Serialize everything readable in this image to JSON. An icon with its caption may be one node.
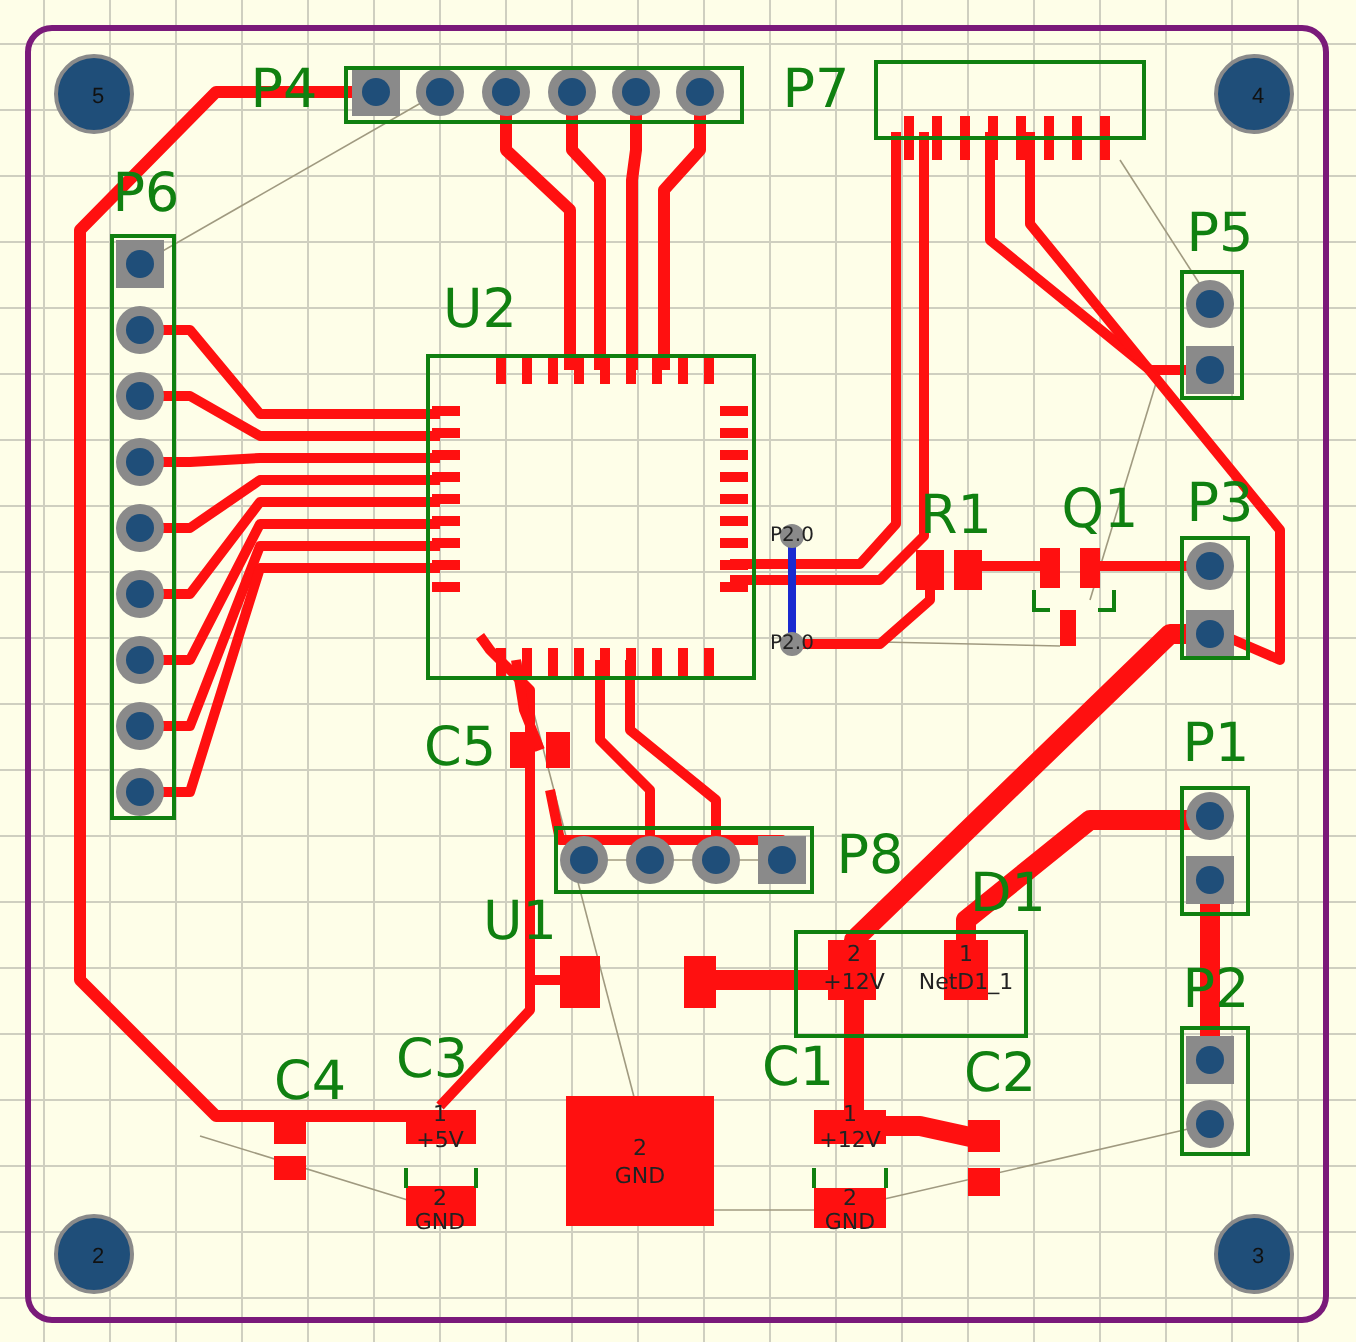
{
  "diagram": {
    "nodes": [
      {
        "text": [
          "5"
        ]
      },
      {
        "text": [
          "4"
        ]
      },
      {
        "text": [
          "2"
        ]
      },
      {
        "text": [
          "3"
        ]
      },
      {
        "text": [
          "P4"
        ]
      },
      {
        "text": [
          "P7"
        ]
      },
      {
        "text": [
          "P6"
        ]
      },
      {
        "text": [
          "U2"
        ]
      },
      {
        "text": [
          "P5"
        ]
      },
      {
        "text": [
          "R1"
        ]
      },
      {
        "text": [
          "Q1"
        ]
      },
      {
        "text": [
          "P3"
        ]
      },
      {
        "text": [
          "C5"
        ]
      },
      {
        "text": [
          "P8"
        ]
      },
      {
        "text": [
          "D1",
          "2",
          "+12V",
          "1",
          "NetD1_1"
        ]
      },
      {
        "text": [
          "U1",
          "2",
          "GND"
        ]
      },
      {
        "text": [
          "P1"
        ]
      },
      {
        "text": [
          "P2"
        ]
      },
      {
        "text": [
          "C4"
        ]
      },
      {
        "text": [
          "C3",
          "1",
          "+5V",
          "2",
          "GND"
        ]
      },
      {
        "text": [
          "C1",
          "1",
          "+12V",
          "2",
          "GND"
        ]
      },
      {
        "text": [
          "C2"
        ]
      }
    ],
    "edges": [],
    "labels": [
      "P2.0",
      "P2.0"
    ]
  }
}
